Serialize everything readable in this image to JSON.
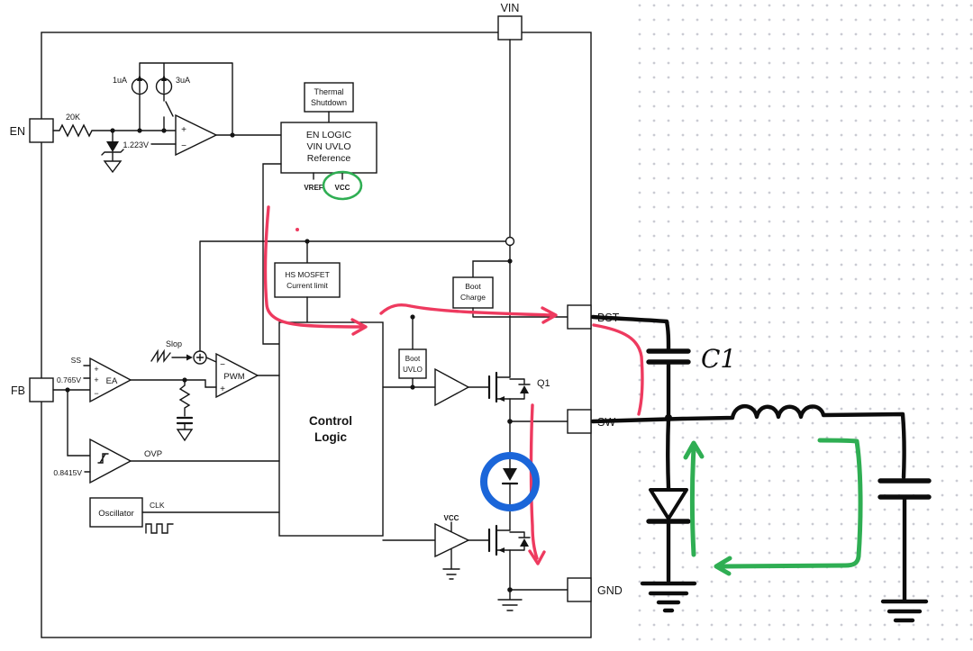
{
  "colors": {
    "wire": "#141414",
    "hand_ink": "#0c0c0c",
    "annotation_red": "#ee3a5f",
    "annotation_green": "#2fae53",
    "annotation_blue": "#1b66d9",
    "grid_dot": "#cacbd3"
  },
  "pins": {
    "vin": "VIN",
    "en": "EN",
    "fb": "FB",
    "bst": "BST",
    "sw": "SW",
    "gnd": "GND"
  },
  "sym": {
    "plus": "+",
    "minus": "−"
  },
  "labels": {
    "i_1ua": "1uA",
    "i_3ua": "3uA",
    "en_res": "20K",
    "en_ref": "1.223V",
    "ss": "SS",
    "ea_ref": "0.765V",
    "ovp_ref": "0.8415V",
    "slope": "Slop",
    "pwm": "PWM",
    "ea": "EA",
    "ovp": "OVP",
    "clk": "CLK",
    "q1": "Q1",
    "ls_vcc": "VCC",
    "vref": "VREF",
    "vcc": "VCC",
    "c1": "C1"
  },
  "blocks": {
    "thermal_line1": "Thermal",
    "thermal_line2": "Shutdown",
    "enlogic_line1": "EN LOGIC",
    "enlogic_line2": "VIN UVLO",
    "enlogic_line3": "Reference",
    "hslimit_line1": "HS MOSFET",
    "hslimit_line2": "Current limit",
    "bootcharge_line1": "Boot",
    "bootcharge_line2": "Charge",
    "bootuvlo_line1": "Boot",
    "bootuvlo_line2": "UVLO",
    "control_line1": "Control",
    "control_line2": "Logic",
    "oscillator": "Oscillator"
  }
}
